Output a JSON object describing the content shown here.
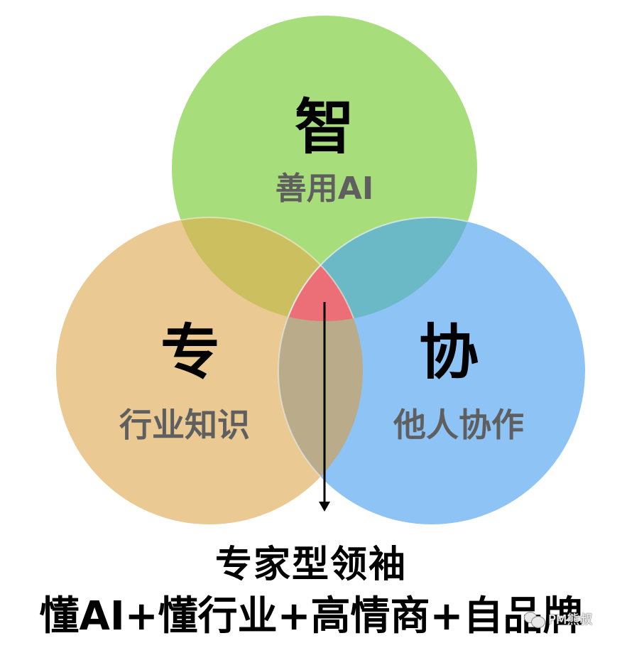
{
  "diagram": {
    "type": "venn",
    "circles": [
      {
        "id": "zhi",
        "title": "智",
        "subtitle": "善用AI",
        "color": "#a8dd7c"
      },
      {
        "id": "zhuan",
        "title": "专",
        "subtitle": "行业知识",
        "color": "#eac993"
      },
      {
        "id": "xie",
        "title": "协",
        "subtitle": "他人协作",
        "color": "#8ec3f6"
      }
    ],
    "overlaps": {
      "zhi_zhuan": "#cbbf5f",
      "zhi_xie": "#6bb8c6",
      "zhuan_xie": "#baac8b",
      "center": "#ec6f78"
    },
    "arrow_from": "center",
    "result_title": "专家型领袖",
    "result_formula": "懂AI+懂行业+高情商+自品牌"
  },
  "watermark": {
    "icon": "wechat-icon",
    "text": "PM熊叔"
  }
}
